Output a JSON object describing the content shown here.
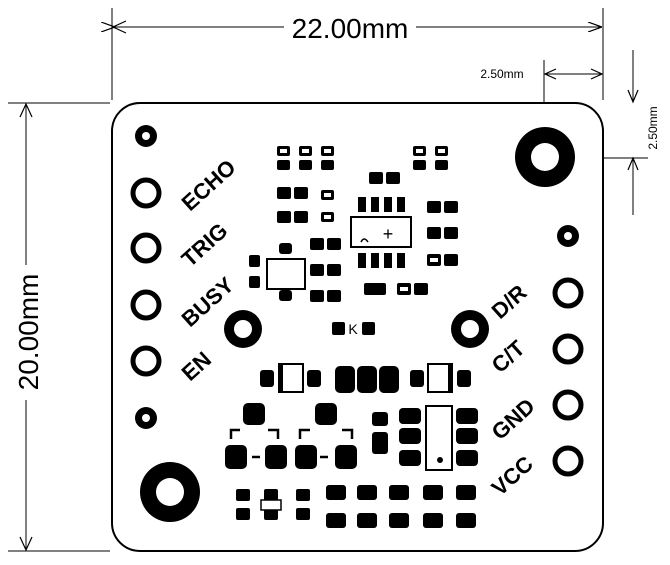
{
  "dimensions": {
    "width": "22.00mm",
    "height": "20.00mm",
    "hole_offset_x": "2.50mm",
    "hole_offset_y": "2.50mm"
  },
  "left_pins": [
    "ECHO",
    "TRIG",
    "BUSY",
    "EN"
  ],
  "right_pins": [
    "D/R",
    "C/T",
    "GND",
    "VCC"
  ],
  "silkscreen": {
    "k_mark": "K",
    "plus_mark": "+"
  },
  "colors": {
    "board_outline": "#000000",
    "background": "#ffffff"
  }
}
